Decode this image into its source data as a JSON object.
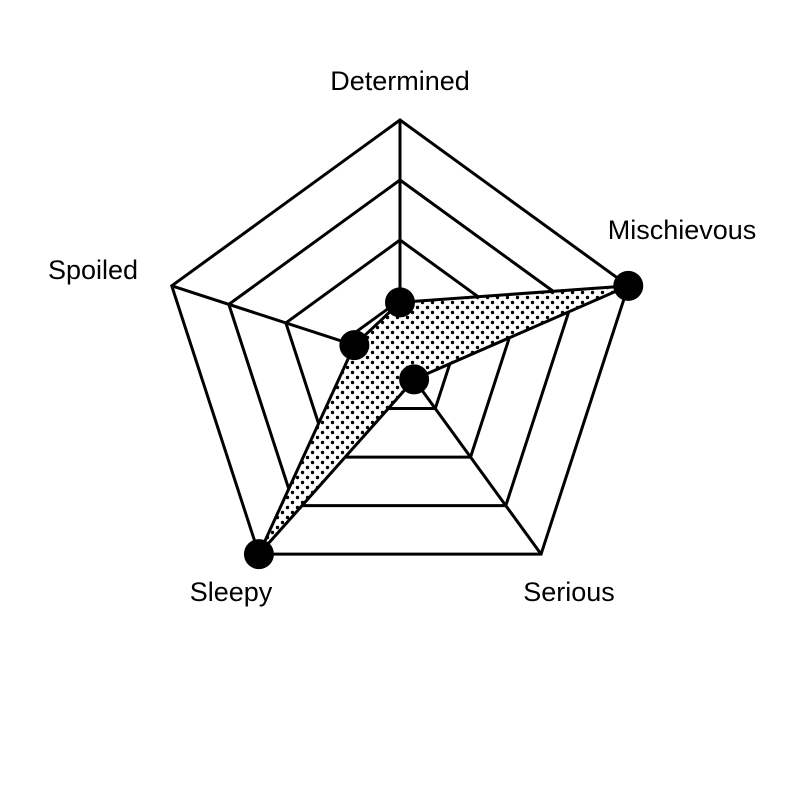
{
  "chart_data": {
    "type": "radar",
    "axes": [
      "Determined",
      "Mischievous",
      "Serious",
      "Sleepy",
      "Spoiled"
    ],
    "series": [
      {
        "values": [
          0.24,
          1.0,
          0.1,
          1.0,
          0.2
        ]
      }
    ],
    "range": [
      0,
      1
    ],
    "grid_levels": [
      0.25,
      0.5,
      0.75,
      1.0
    ],
    "grid": true,
    "legend": "none",
    "colors": {
      "grid": "#000000",
      "series_line": "#000000",
      "marker": "#000000",
      "fill_dots": "#000000",
      "background": "#ffffff"
    }
  }
}
